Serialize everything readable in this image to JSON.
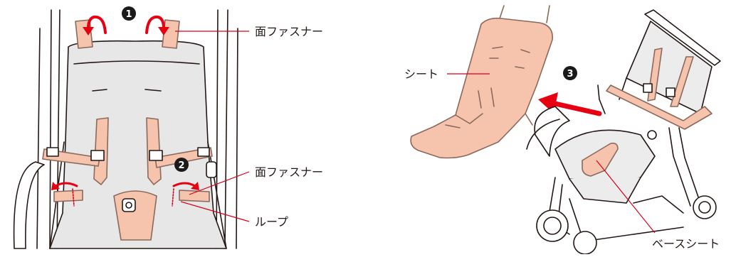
{
  "labels": {
    "velcro_top": "面ファスナー",
    "velcro_side": "面ファスナー",
    "loop": "ループ",
    "seat": "シート",
    "base_seat": "ベースシート"
  },
  "steps": [
    "1",
    "2",
    "3"
  ],
  "colors": {
    "pad": "#f6c3ad",
    "pad_stroke": "#8a6a5c",
    "seat_gray": "#e7e7e7",
    "line": "#231815",
    "leader": "#d8001c",
    "arrow_red": "#e60012",
    "badge": "#1a1a1a"
  }
}
